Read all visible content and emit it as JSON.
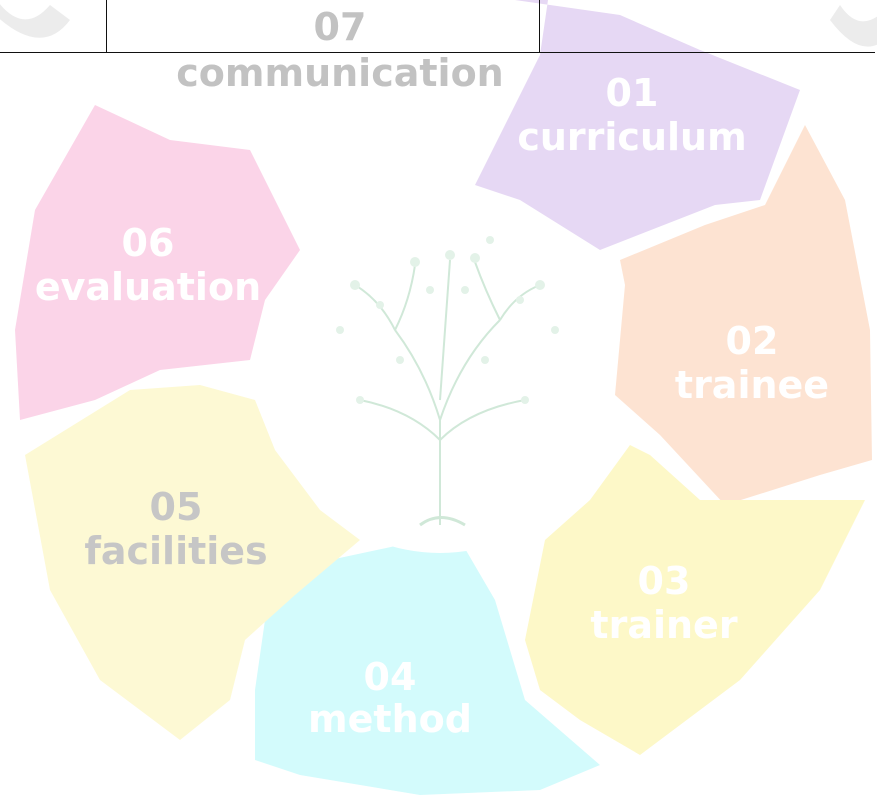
{
  "segments": [
    {
      "num": "01",
      "word": "curriculum",
      "fill": "#e6d8f4",
      "text_color": "#ffffff"
    },
    {
      "num": "02",
      "word": "trainee",
      "fill": "#fde3d2",
      "text_color": "#ffffff"
    },
    {
      "num": "03",
      "word": "trainer",
      "fill": "#fdf8c8",
      "text_color": "#ffffff"
    },
    {
      "num": "04",
      "word": "method",
      "fill": "#d3fbfc",
      "text_color": "#ffffff"
    },
    {
      "num": "05",
      "word": "facilities",
      "fill": "#fdf9d4",
      "text_color": "#c6c6c6"
    },
    {
      "num": "06",
      "word": "evaluation",
      "fill": "#fbd4e8",
      "text_color": "#ffffff"
    },
    {
      "num": "07",
      "word": "communication",
      "fill": "#ffffff",
      "text_color": "#c2c2c2"
    }
  ],
  "center_icon": "tree-icon",
  "colors": {
    "table_border": "#111111",
    "watermark": "#ebebeb",
    "tree": "#cfe9d8"
  }
}
